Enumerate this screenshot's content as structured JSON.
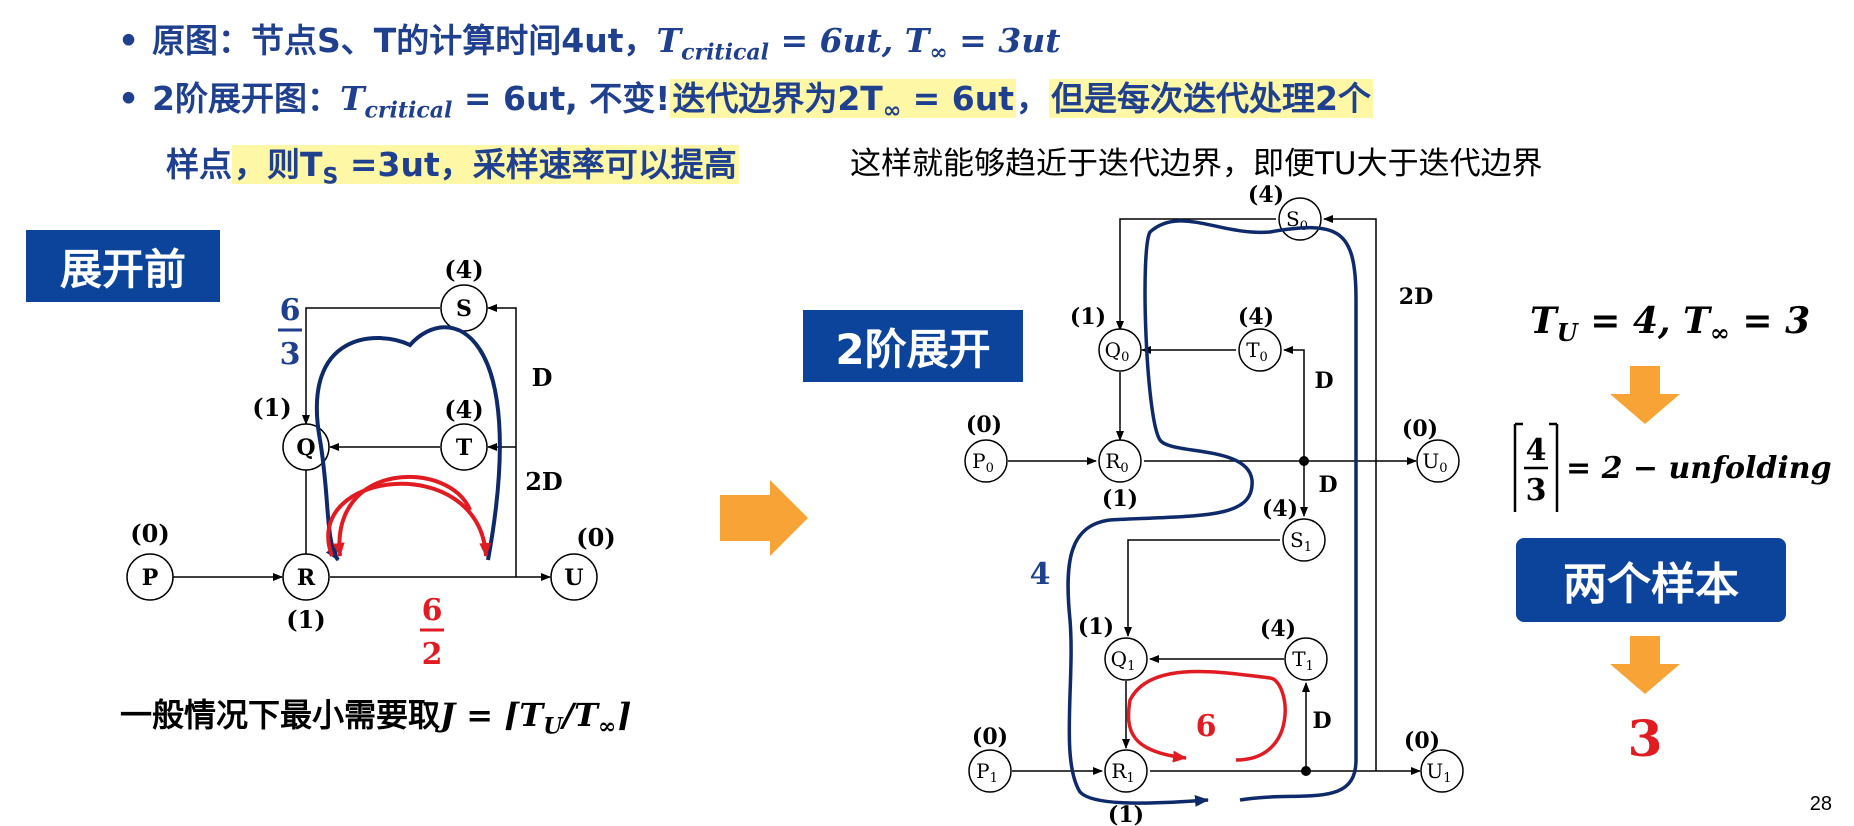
{
  "bullets": [
    {
      "p1": "原图：节点S、T的计算时间4ut，",
      "p2": "T",
      "p2sub": "critical",
      "p3": " = 6ut, T",
      "p3b": "∞",
      "p4": " = 3ut"
    },
    {
      "p1": "2阶展开图：",
      "p2": "T",
      "p2sub": "critical",
      "p3": " = 6ut, 不变!",
      "hl1": "迭代边界为2T",
      "hl1b": "∞",
      "hl1c": " = 6ut",
      "p4": "，",
      "hl2": "但是每次迭代处理2个",
      "line2a": "样点",
      "line2b": "，则T",
      "line2sub": "S",
      "line2c": " =3ut，采样速率可以提高"
    }
  ],
  "note_top": "这样就能够趋近于迭代边界，即便TU大于迭代边界",
  "box_before": "展开前",
  "box_unfold": "2阶展开",
  "box_samples": "两个样本",
  "formula_bottom": {
    "prefix": "一般情况下最小需要取",
    "math": "J = ⌈T",
    "sub1": "U",
    "math2": "/T",
    "sub2": "∞",
    "close": "⌉"
  },
  "right_panel": {
    "tu_line_a": "T",
    "tu_sub": "U",
    "tu_line_b": " = 4, T",
    "tinf_sub": "∞",
    "tu_line_c": " = 3",
    "frac_num": "4",
    "frac_den": "3",
    "frac_rest": "= 2 − unfolding",
    "result": "3"
  },
  "left_graph": {
    "nodes": {
      "S": "S",
      "Q": "Q",
      "T": "T",
      "P": "P",
      "R": "R",
      "U": "U"
    },
    "weights": {
      "S": "(4)",
      "Q": "(1)",
      "T": "(4)",
      "P": "(0)",
      "R": "(1)",
      "U": "(0)"
    },
    "delays": {
      "D": "D",
      "2D": "2D"
    },
    "loop_blue_num": "6",
    "loop_blue_den": "3",
    "loop_red_num": "6",
    "loop_red_den": "2"
  },
  "right_graph": {
    "nodes": {
      "S0": "S",
      "S0sub": "0",
      "T0": "T",
      "T0sub": "0",
      "Q0": "Q",
      "Q0sub": "0",
      "P0": "P",
      "P0sub": "0",
      "R0": "R",
      "R0sub": "0",
      "U0": "U",
      "U0sub": "0",
      "S1": "S",
      "S1sub": "1",
      "Q1": "Q",
      "Q1sub": "1",
      "T1": "T",
      "T1sub": "1",
      "P1": "P",
      "P1sub": "1",
      "R1": "R",
      "R1sub": "1",
      "U1": "U",
      "U1sub": "1"
    },
    "weights": {
      "S0": "(4)",
      "Q0": "(1)",
      "T0": "(4)",
      "P0": "(0)",
      "R0": "(1)",
      "U0": "(0)",
      "S1": "(4)",
      "Q1": "(1)",
      "T1": "(4)",
      "P1": "(0)",
      "R1": "(1)",
      "U1": "(0)"
    },
    "delays": {
      "2D": "2D",
      "D_a": "D",
      "D_b": "D",
      "D_c": "D"
    },
    "loop_blue_label": "4",
    "loop_red_label": "6"
  },
  "page_number": "28",
  "colors": {
    "title_blue": "#1f3f8f",
    "box_blue": "#0b449a",
    "highlight": "#fdf7a6",
    "red": "#e11b22",
    "dark_blue_loop": "#0e2a6b",
    "orange_arrow": "#f7a335"
  }
}
